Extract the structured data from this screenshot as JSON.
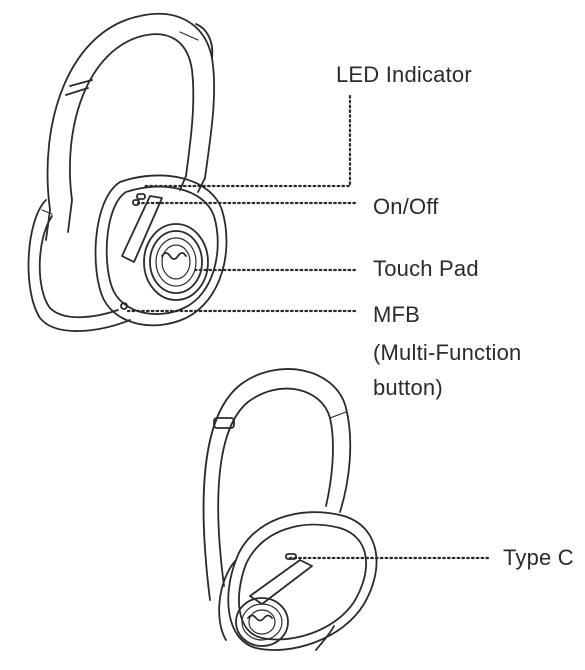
{
  "labels": {
    "led": "LED Indicator",
    "onoff": "On/Off",
    "touch": "Touch Pad",
    "mfb_line1": "MFB",
    "mfb_line2": "(Multi-Function",
    "mfb_line3": "button)",
    "typec": "Type C"
  },
  "images": {
    "headphone_front": "headphone-front-view",
    "headphone_side": "headphone-side-view"
  }
}
